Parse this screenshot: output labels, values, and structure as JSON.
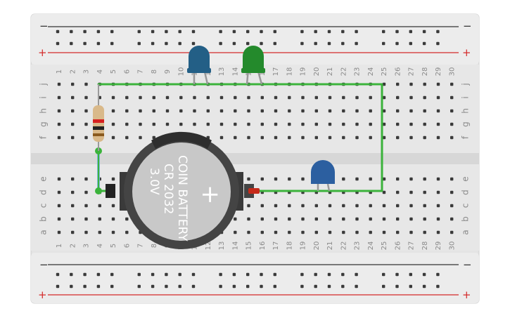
{
  "breadboard": {
    "columns": 30,
    "rows_top": [
      "j",
      "i",
      "h",
      "g",
      "f"
    ],
    "rows_bottom": [
      "e",
      "d",
      "c",
      "b",
      "a"
    ],
    "rail_minus": "−",
    "rail_plus": "+",
    "colors": {
      "board": "#e9e9e9",
      "hole": "#3a3a3a",
      "rail_red": "#d42a2a",
      "rail_black": "#333333",
      "wire": "#3bb33b",
      "resistor_body": "#d9b98a"
    }
  },
  "components": {
    "battery": {
      "line1": "COIN BATTERY",
      "line2": "CR 2032",
      "line3": "3.0V",
      "plus": "+",
      "body_color": "#444444",
      "face_color": "#c8c8c8"
    },
    "led_blue": {
      "color": "#235f86"
    },
    "led_green": {
      "color": "#248a2c"
    },
    "led_small_blue": {
      "color": "#2c5fa0"
    },
    "resistor": {
      "bands": [
        "#d62020",
        "#222222",
        "#8a5a1e"
      ]
    }
  }
}
